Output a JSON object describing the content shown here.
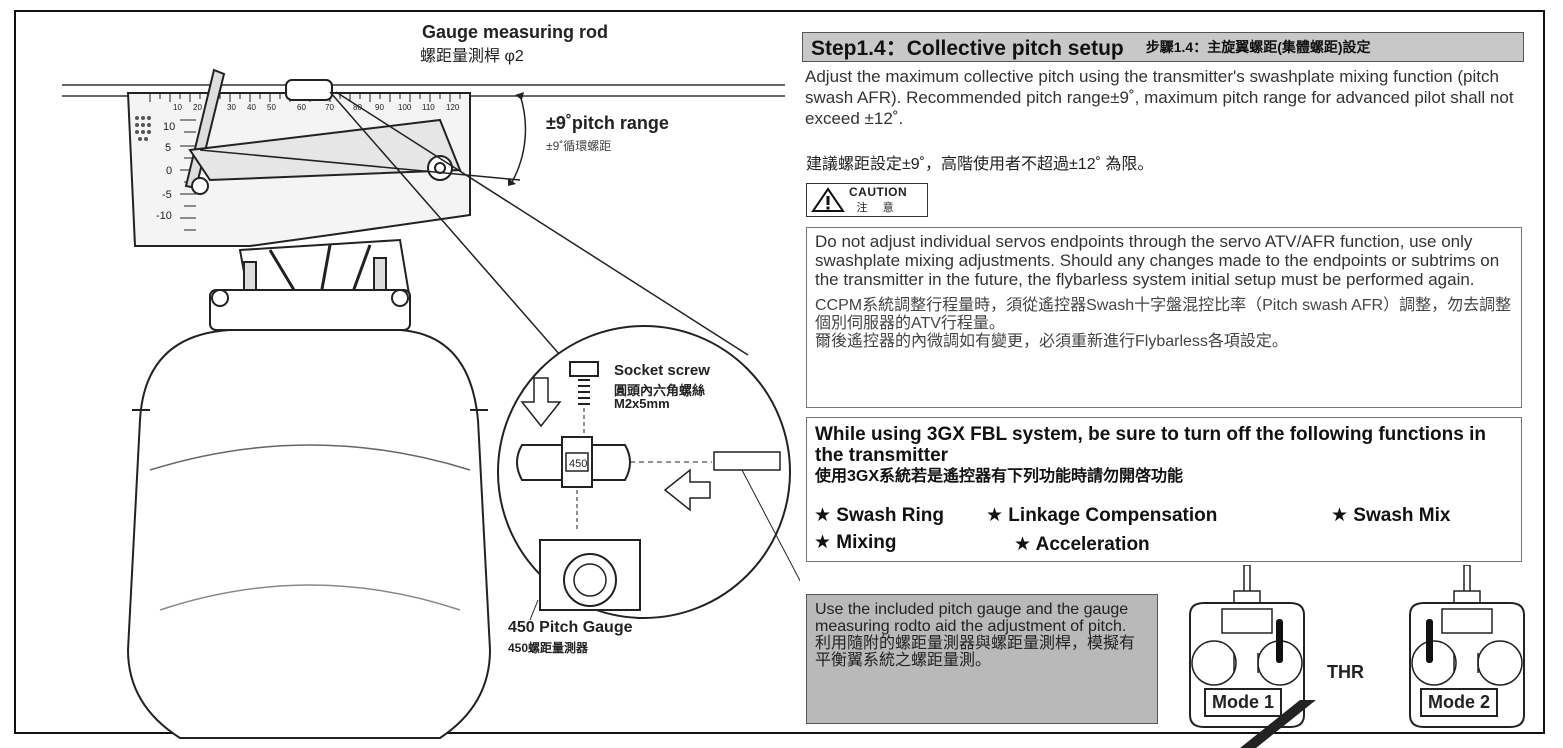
{
  "illustration": {
    "rod_title": "Gauge measuring rod",
    "rod_title_zh": "螺距量測桿 φ2",
    "range_label": "±9˚pitch range",
    "range_label_zh": "±9˚循環螺距",
    "screw_label": "Socket screw",
    "screw_label_zh": "圓頭內六角螺絲",
    "screw_size": "M2x5mm",
    "gauge_label": "450 Pitch Gauge",
    "gauge_label_zh": "450螺距量測器",
    "gauge_stamp": "450",
    "scale_left": [
      "10",
      "5",
      "0",
      "-5",
      "-10"
    ],
    "scale_top": [
      "10",
      "20",
      "30",
      "40",
      "50",
      "60",
      "70",
      "80",
      "90",
      "100",
      "110",
      "120"
    ]
  },
  "step": {
    "title": "Step1.4：Collective pitch setup",
    "title_zh": "步驟1.4：主旋翼螺距(集體螺距)設定",
    "paragraph": "Adjust the maximum collective pitch using the transmitter's swashplate mixing function (pitch swash AFR).  Recommended pitch range±9˚, maximum pitch range for advanced pilot shall not exceed ±12˚.",
    "paragraph_zh": "建議螺距設定±9˚，高階使用者不超過±12˚ 為限。"
  },
  "caution": {
    "label": "CAUTION",
    "label_zh": "注 意"
  },
  "caution_box": {
    "text": "Do not adjust individual servos endpoints through the servo ATV/AFR function, use only swashplate mixing adjustments.  Should any changes made to the endpoints or subtrims on the transmitter in the future, the flybarless system initial setup must be performed again.",
    "text_zh_1": "CCPM系統調整行程量時，須從遙控器Swash十字盤混控比率（Pitch swash AFR）調整，勿去調整個別伺服器的ATV行程量。",
    "text_zh_2": "爾後遙控器的內微調如有變更，必須重新進行Flybarless各項設定。"
  },
  "functions_box": {
    "heading": "While using 3GX FBL system, be sure to turn off the following functions in the transmitter",
    "heading_zh": "使用3GX系統若是遙控器有下列功能時請勿開啓功能",
    "items": [
      "★ Swash Ring",
      "★ Linkage Compensation",
      "★ Swash Mix",
      "★ Mixing",
      "★ Acceleration"
    ]
  },
  "note": {
    "text": "Use the included pitch gauge and the gauge measuring rodto aid the adjustment of pitch.",
    "text_zh": "利用隨附的螺距量測器與螺距量測桿，模擬有平衡翼系統之螺距量測。"
  },
  "transmitters": {
    "thr_label": "THR",
    "mode1": "Mode 1",
    "mode2": "Mode 2"
  }
}
